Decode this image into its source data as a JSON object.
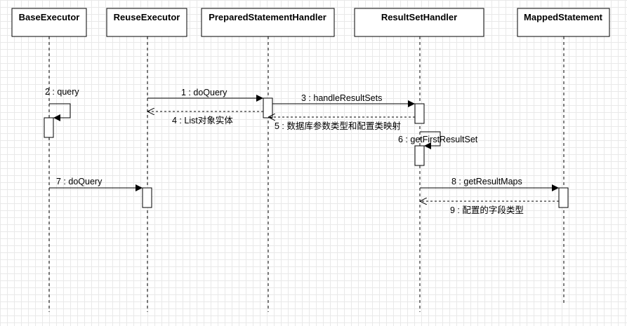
{
  "lifelines": [
    {
      "id": "base",
      "name": "BaseExecutor"
    },
    {
      "id": "reuse",
      "name": "ReuseExecutor"
    },
    {
      "id": "psh",
      "name": "PreparedStatementHandler"
    },
    {
      "id": "rsh",
      "name": "ResultSetHandler"
    },
    {
      "id": "ms",
      "name": "MappedStatement"
    }
  ],
  "messages": [
    {
      "id": "m1",
      "label": "1 : doQuery",
      "from": "reuse",
      "to": "psh",
      "kind": "sync"
    },
    {
      "id": "m2",
      "label": "2 : query",
      "from": "base",
      "to": "base",
      "kind": "self"
    },
    {
      "id": "m3",
      "label": "3 : handleResultSets",
      "from": "psh",
      "to": "rsh",
      "kind": "sync"
    },
    {
      "id": "m4",
      "label": "4 : List对象实体",
      "from": "psh",
      "to": "reuse",
      "kind": "return"
    },
    {
      "id": "m5",
      "label": "5 : 数据库参数类型和配置类映射",
      "from": "rsh",
      "to": "psh",
      "kind": "return"
    },
    {
      "id": "m6",
      "label": "6 : getFirstResultSet",
      "from": "rsh",
      "to": "rsh",
      "kind": "self"
    },
    {
      "id": "m7",
      "label": "7 : doQuery",
      "from": "base",
      "to": "reuse",
      "kind": "sync"
    },
    {
      "id": "m8",
      "label": "8 : getResultMaps",
      "from": "rsh",
      "to": "ms",
      "kind": "sync"
    },
    {
      "id": "m9",
      "label": "9 : 配置的字段类型",
      "from": "ms",
      "to": "rsh",
      "kind": "return"
    }
  ]
}
